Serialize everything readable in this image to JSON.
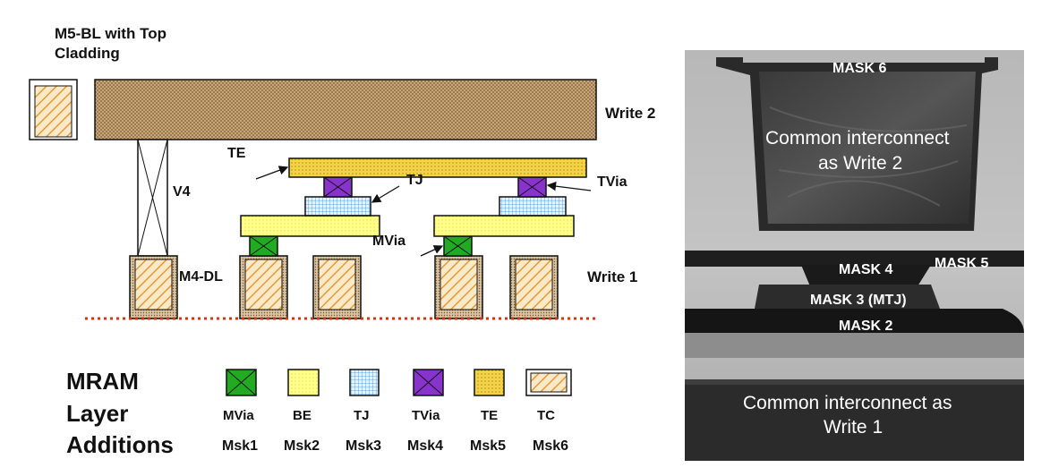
{
  "diagram": {
    "labels": {
      "m5_bl_line1": "M5-BL with Top",
      "m5_bl_line2": "Cladding",
      "write2": "Write 2",
      "te": "TE",
      "tj": "TJ",
      "tvia": "TVia",
      "v4": "V4",
      "mvia": "MVia",
      "m4_dl": "M4-DL",
      "write1": "Write 1"
    },
    "legend": {
      "title_line1": "MRAM",
      "title_line2": "Layer",
      "title_line3": "Additions",
      "items": [
        {
          "name": "MVia",
          "mask": "Msk1",
          "color": "#22aa22"
        },
        {
          "name": "BE",
          "mask": "Msk2",
          "color": "#ffff88"
        },
        {
          "name": "TJ",
          "mask": "Msk3",
          "color": "#cce6ff"
        },
        {
          "name": "TVia",
          "mask": "Msk4",
          "color": "#8833cc"
        },
        {
          "name": "TE",
          "mask": "Msk5",
          "color": "#f2d24a"
        },
        {
          "name": "TC",
          "mask": "Msk6",
          "color": "#f5e3c0"
        }
      ]
    }
  },
  "photo": {
    "labels": {
      "mask6": "MASK 6",
      "top_line1": "Common interconnect",
      "top_line2": "as Write 2",
      "mask4": "MASK 4",
      "mask5": "MASK 5",
      "mask3": "MASK 3 (MTJ)",
      "mask2": "MASK 2",
      "bottom_line1": "Common interconnect as",
      "bottom_line2": "Write 1"
    }
  }
}
